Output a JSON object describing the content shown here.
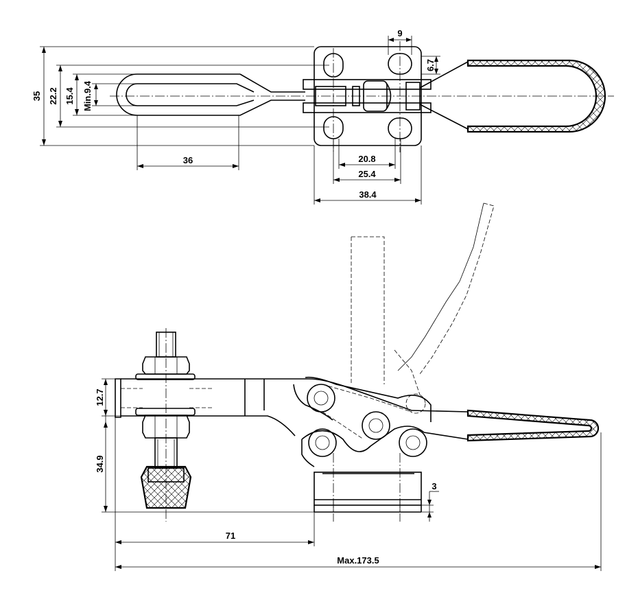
{
  "drawing": {
    "top_view": {
      "dims": {
        "d35": "35",
        "d22_2": "22.2",
        "d15_4": "15.4",
        "dmin9_4": "Min.9.4",
        "d36": "36",
        "d9": "9",
        "d6_7": "6.7",
        "d20_8": "20.8",
        "d25_4": "25.4",
        "d38_4": "38.4"
      }
    },
    "side_view": {
      "dims": {
        "d12_7": "12.7",
        "d34_9": "34.9",
        "d3": "3",
        "d71": "71",
        "dmax": "Max.173.5"
      }
    }
  }
}
